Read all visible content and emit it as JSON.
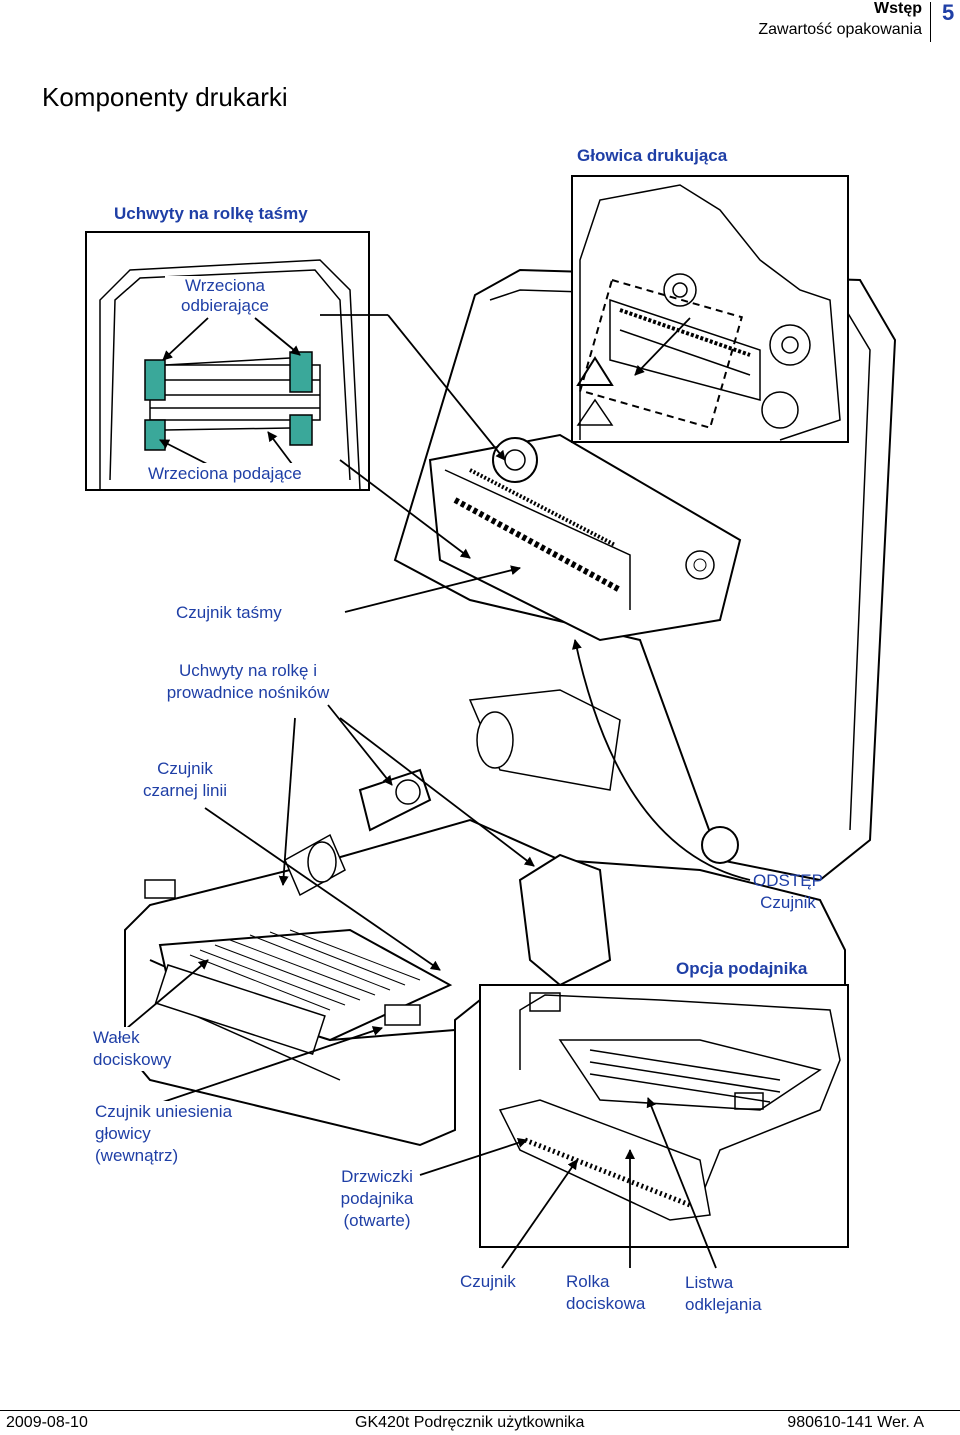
{
  "header": {
    "section": "Wstęp",
    "subsection": "Zawartość opakowania",
    "page_number": "5"
  },
  "title": "Komponenty drukarki",
  "figure": {
    "printhead_caption": "Głowica drukująca",
    "ribbon_caption": "Uchwyty na rolkę taśmy",
    "takeup_spindles": [
      "Wrzeciona",
      "odbierające"
    ],
    "supply_spindles": "Wrzeciona podające",
    "ribbon_sensor": "Czujnik taśmy",
    "roll_holders": [
      "Uchwyty na rolkę i",
      "prowadnice nośników"
    ],
    "black_line_sensor": [
      "Czujnik",
      "czarnej linii"
    ],
    "gap_sensor": [
      "ODSTĘP",
      "Czujnik"
    ],
    "dispenser_caption": "Opcja podajnika",
    "platen_roller": [
      "Wałek",
      "dociskowy"
    ],
    "head_up_sensor": [
      "Czujnik uniesienia",
      "głowicy",
      "(wewnątrz)"
    ],
    "dispenser_door": [
      "Drzwiczki",
      "podajnika",
      "(otwarte)"
    ],
    "dispenser_sensor": "Czujnik",
    "pinch_roller": [
      "Rolka",
      "dociskowa"
    ],
    "peel_bar": [
      "Listwa",
      "odklejania"
    ]
  },
  "footer": {
    "date": "2009-08-10",
    "manual": "GK420t Podręcznik użytkownika",
    "part_number": "980610-141 Wer. A"
  }
}
